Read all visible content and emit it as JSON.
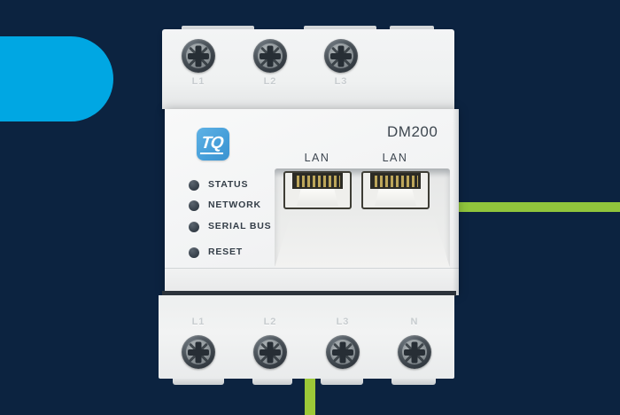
{
  "colors": {
    "background_navy": "#0c2340",
    "pill_blue": "#00a7e3",
    "accent_green": "#90c53c",
    "logo_blue": "#459ed9",
    "body_white": "#f2f3f4",
    "label_dark": "#3d4650"
  },
  "device": {
    "brand": "TQ",
    "model": "DM200",
    "top_terminals": [
      "L1",
      "L2",
      "L3"
    ],
    "bottom_terminals": [
      "L1",
      "L2",
      "L3",
      "N"
    ],
    "leds": [
      "STATUS",
      "NETWORK",
      "SERIAL BUS",
      "RESET"
    ],
    "ports": [
      "LAN",
      "LAN"
    ]
  }
}
